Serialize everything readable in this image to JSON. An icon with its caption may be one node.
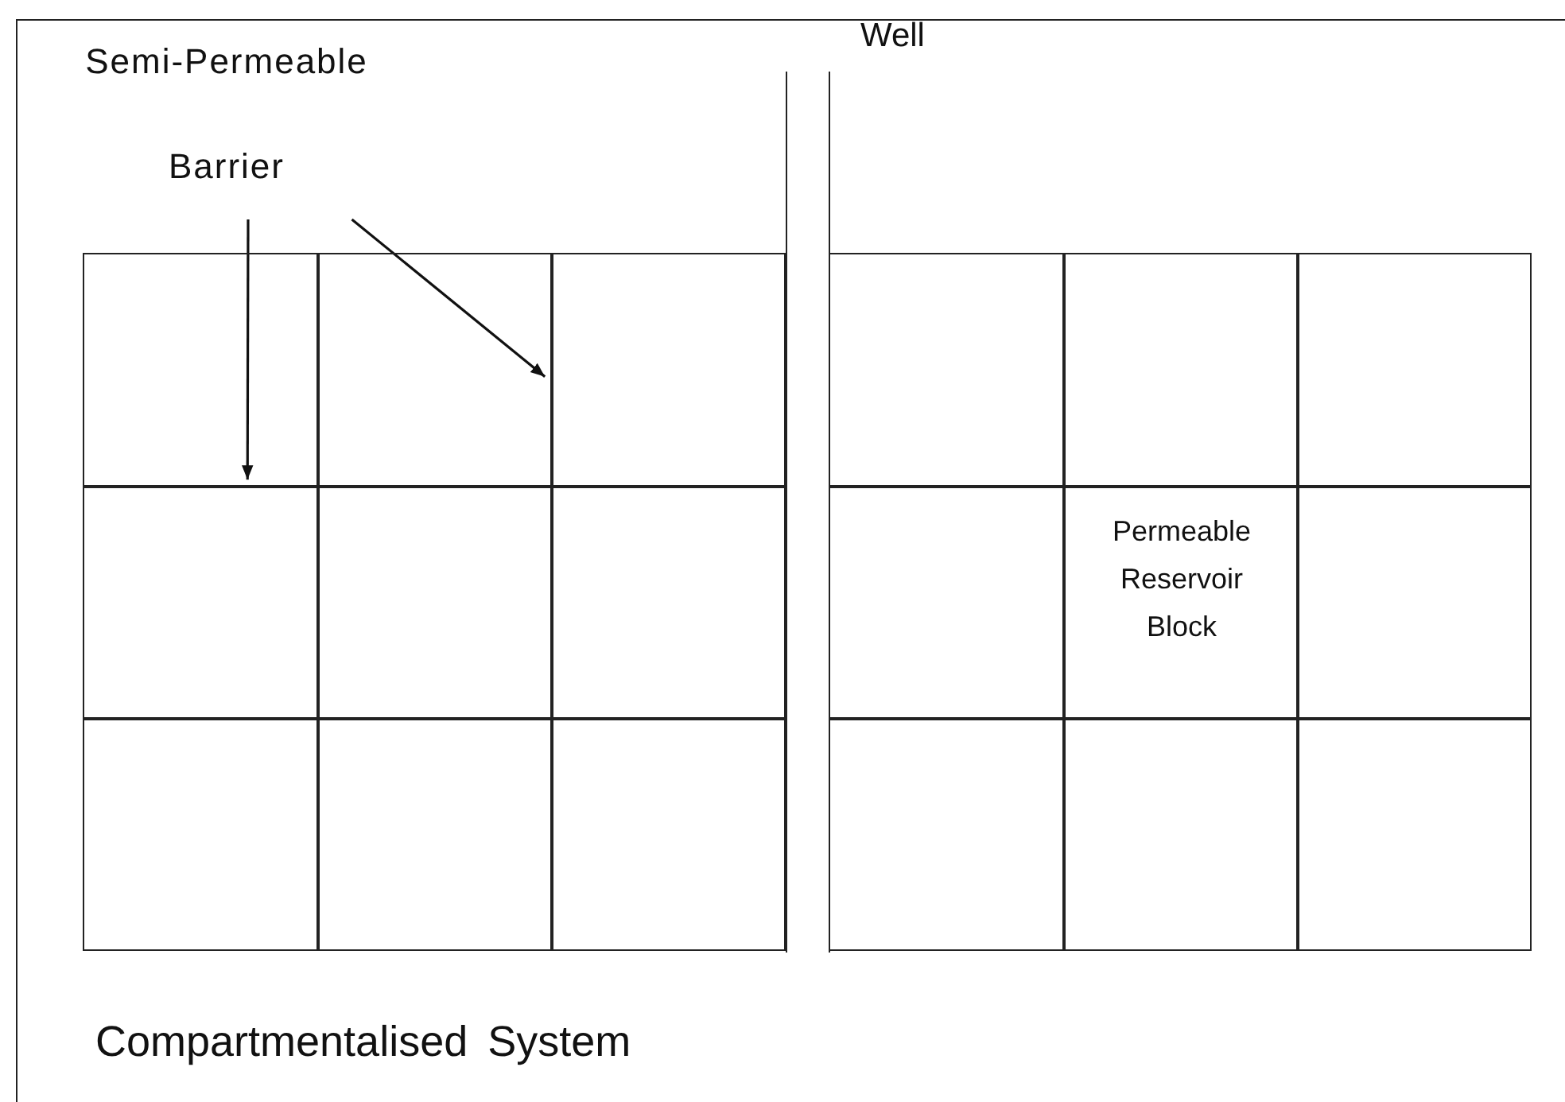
{
  "diagram": {
    "caption": "Compartmentalised System",
    "nodes": [
      {
        "text": [
          "Semi-Permeable Barrier"
        ]
      },
      {
        "text": [
          "Well"
        ]
      },
      {
        "text": [],
        "shape": "box"
      },
      {
        "text": [],
        "shape": "box"
      },
      {
        "text": [],
        "shape": "box"
      },
      {
        "text": [],
        "shape": "box"
      },
      {
        "text": [],
        "shape": "box"
      },
      {
        "text": [],
        "shape": "box"
      },
      {
        "text": [],
        "shape": "box"
      },
      {
        "text": [],
        "shape": "box"
      },
      {
        "text": [],
        "shape": "box"
      },
      {
        "text": [],
        "shape": "box"
      },
      {
        "text": [
          "Permeable Reservoir Block"
        ]
      },
      {
        "text": [],
        "shape": "box"
      },
      {
        "text": [],
        "shape": "box"
      },
      {
        "text": [],
        "shape": "box"
      },
      {
        "text": [],
        "shape": "box"
      },
      {
        "text": [],
        "shape": "box"
      },
      {
        "text": [],
        "shape": "box"
      },
      {
        "text": [],
        "shape": "box"
      }
    ],
    "edges": [
      {
        "from": 0,
        "to": 2,
        "arrow": "to"
      },
      {
        "from": 0,
        "to": 3,
        "arrow": "to"
      }
    ]
  }
}
